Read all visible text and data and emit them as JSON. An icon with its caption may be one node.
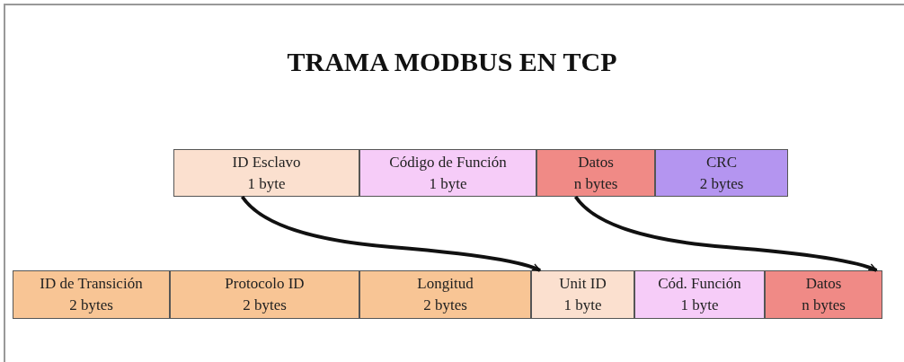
{
  "diagram": {
    "title": "TRAMA MODBUS EN TCP",
    "nodes": [
      {
        "text": [
          "ID Esclavo",
          "1 byte"
        ]
      },
      {
        "text": [
          "Código de Función",
          "1 byte"
        ]
      },
      {
        "text": [
          "Datos",
          "n bytes"
        ]
      },
      {
        "text": [
          "CRC",
          "2 bytes"
        ]
      },
      {
        "text": [
          "ID de Transición",
          "2 bytes"
        ]
      },
      {
        "text": [
          "Protocolo ID",
          "2 bytes"
        ]
      },
      {
        "text": [
          "Longitud",
          "2 bytes"
        ]
      },
      {
        "text": [
          "Unit ID",
          "1 byte"
        ]
      },
      {
        "text": [
          "Cód. Función",
          "1 byte"
        ]
      },
      {
        "text": [
          "Datos",
          "n bytes"
        ]
      }
    ],
    "edges": [
      {
        "from": 0,
        "to": 7,
        "arrow": "to"
      },
      {
        "from": 2,
        "to": 9,
        "arrow": "to"
      }
    ]
  }
}
